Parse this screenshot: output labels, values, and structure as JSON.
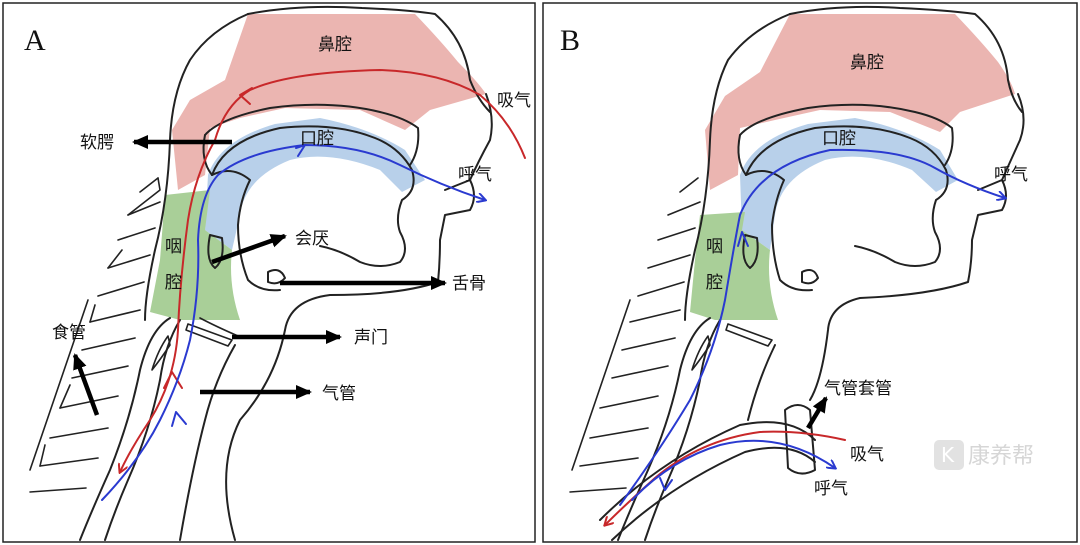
{
  "colors": {
    "nasal": "#ebb5b1",
    "oral": "#b8d0ea",
    "pharynx": "#a9cf98",
    "inhale_arrow": "#c8282a",
    "exhale_arrow": "#2a3ad0",
    "frame": "#222222"
  },
  "panel_a": {
    "letter": "A",
    "labels": {
      "nasal_cavity": "鼻腔",
      "inhale": "吸气",
      "soft_palate": "软腭",
      "oral_cavity": "口腔",
      "exhale": "呼气",
      "pharynx_line1": "咽",
      "pharynx_line2": "腔",
      "epiglottis": "会厌",
      "hyoid": "舌骨",
      "esophagus": "食管",
      "glottis": "声门",
      "trachea": "气管"
    }
  },
  "panel_b": {
    "letter": "B",
    "labels": {
      "nasal_cavity": "鼻腔",
      "oral_cavity": "口腔",
      "exhale_top": "呼气",
      "pharynx_line1": "咽",
      "pharynx_line2": "腔",
      "tracheostomy_tube": "气管套管",
      "inhale": "吸气",
      "exhale_bottom": "呼气"
    }
  },
  "watermark": {
    "logo_glyph": "K",
    "brand": "康养帮"
  }
}
